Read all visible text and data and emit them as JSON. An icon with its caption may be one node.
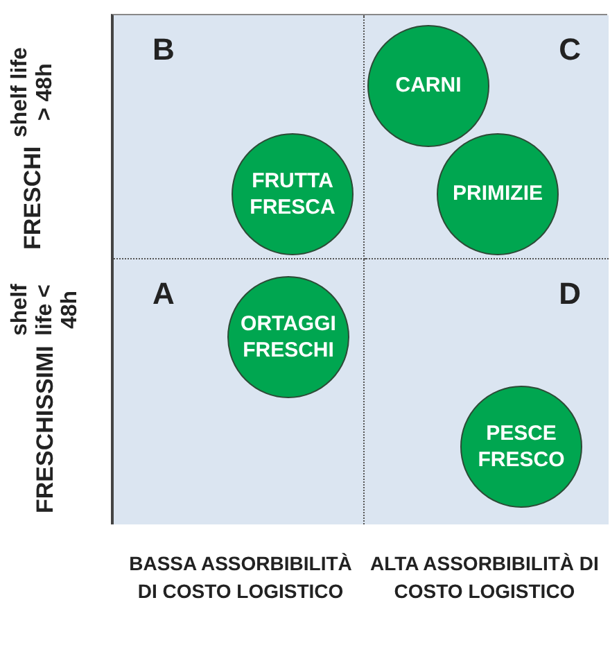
{
  "diagram": {
    "nodes": [
      {
        "text": [
          "B"
        ]
      },
      {
        "text": [
          "FRUTTA FRESCA"
        ],
        "in": 0
      },
      {
        "text": [
          "C"
        ]
      },
      {
        "text": [
          "CARNI"
        ],
        "in": 2
      },
      {
        "text": [
          "PRIMIZIE"
        ],
        "in": 2
      },
      {
        "text": [
          "A"
        ]
      },
      {
        "text": [
          "ORTAGGI FRESCHI"
        ],
        "in": 5
      },
      {
        "text": [
          "D"
        ]
      },
      {
        "text": [
          "PESCE FRESCO"
        ],
        "in": 7
      }
    ],
    "labels": [
      "FRESCHI",
      "shelf life > 48h",
      "FRESCHISSIMI",
      "shelf life < 48h",
      "BASSA ASSORBIBILITÀ DI COSTO LOGISTICO",
      "ALTA ASSORBIBILITÀ DI COSTO LOGISTICO"
    ]
  }
}
